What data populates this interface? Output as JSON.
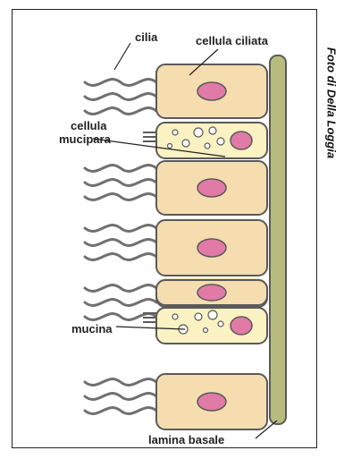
{
  "labels": {
    "cilia": "cilia",
    "ciliated_cell": "cellula ciliata",
    "goblet_cell_line1": "cellula",
    "goblet_cell_line2": "mucipara",
    "mucin": "mucina",
    "basal_lamina": "lamina basale"
  },
  "credit": "Foto di Della Loggia",
  "colors": {
    "cell_fill": "#f5ddb0",
    "goblet_fill": "#faf2c2",
    "nucleus": "#e17aa6",
    "lamina": "#b7bc7e",
    "cilia": "#707070",
    "outline": "#5a5a5a"
  }
}
